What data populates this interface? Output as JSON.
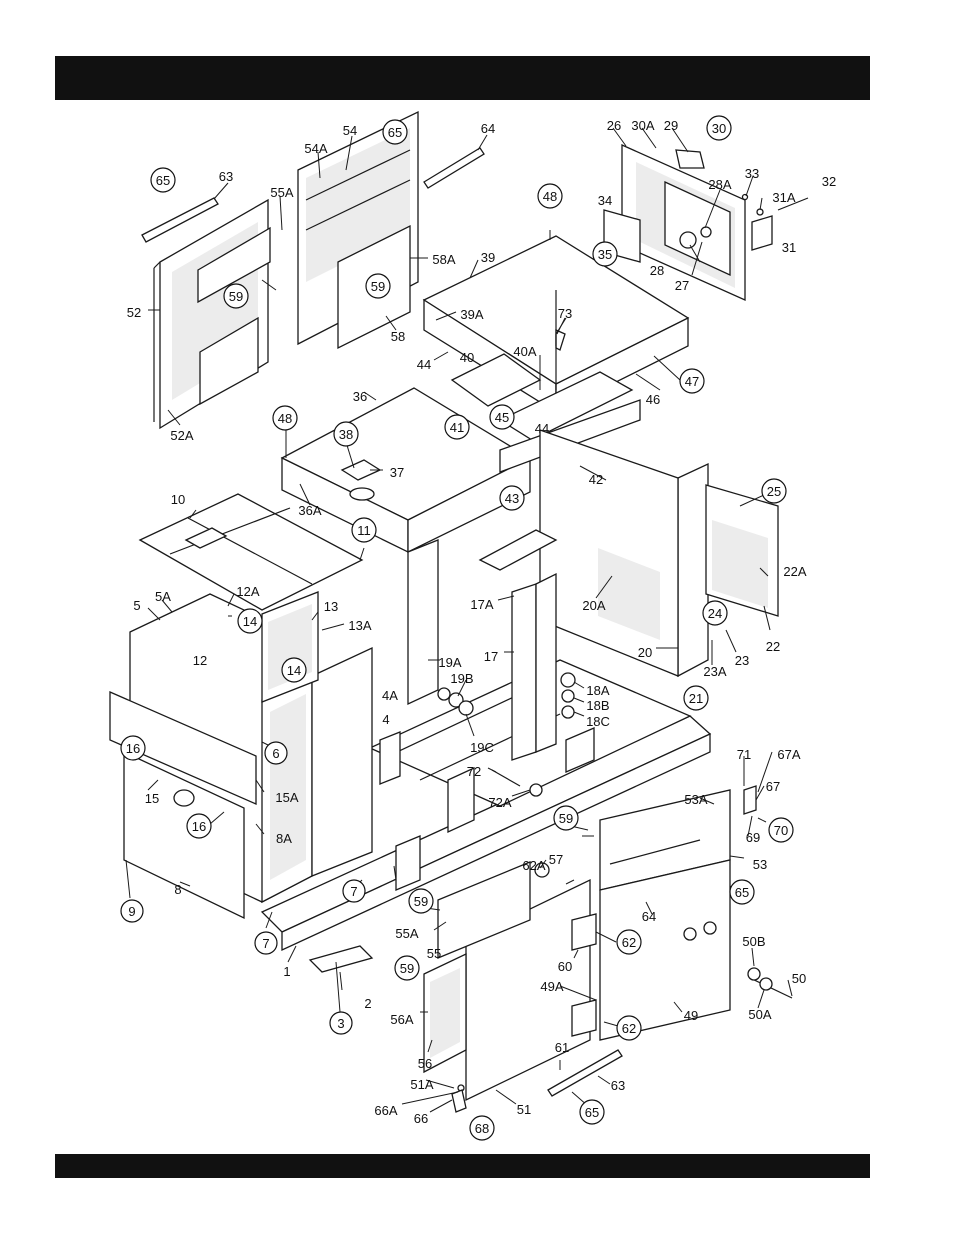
{
  "labels": [
    "1",
    "2",
    "3",
    "4",
    "4A",
    "5",
    "5A",
    "6",
    "7",
    "8",
    "8A",
    "9",
    "10",
    "11",
    "12",
    "12A",
    "13",
    "13A",
    "14",
    "15",
    "15A",
    "16",
    "17",
    "17A",
    "18A",
    "18B",
    "18C",
    "19A",
    "19B",
    "19C",
    "20",
    "20A",
    "21",
    "22",
    "22A",
    "23",
    "23A",
    "24",
    "25",
    "26",
    "27",
    "28",
    "28A",
    "29",
    "30",
    "30A",
    "31",
    "31A",
    "32",
    "33",
    "34",
    "35",
    "36",
    "36A",
    "37",
    "38",
    "39",
    "39A",
    "40",
    "40A",
    "41",
    "42",
    "43",
    "44",
    "45",
    "46",
    "47",
    "48",
    "49",
    "49A",
    "50",
    "50A",
    "50B",
    "51",
    "51A",
    "52",
    "52A",
    "53",
    "53A",
    "54",
    "54A",
    "55",
    "55A",
    "56",
    "56A",
    "57",
    "58",
    "58A",
    "59",
    "60",
    "61",
    "62",
    "62A",
    "63",
    "64",
    "65",
    "66",
    "66A",
    "67",
    "67A",
    "68",
    "69",
    "70",
    "71",
    "72",
    "72A",
    "73"
  ]
}
